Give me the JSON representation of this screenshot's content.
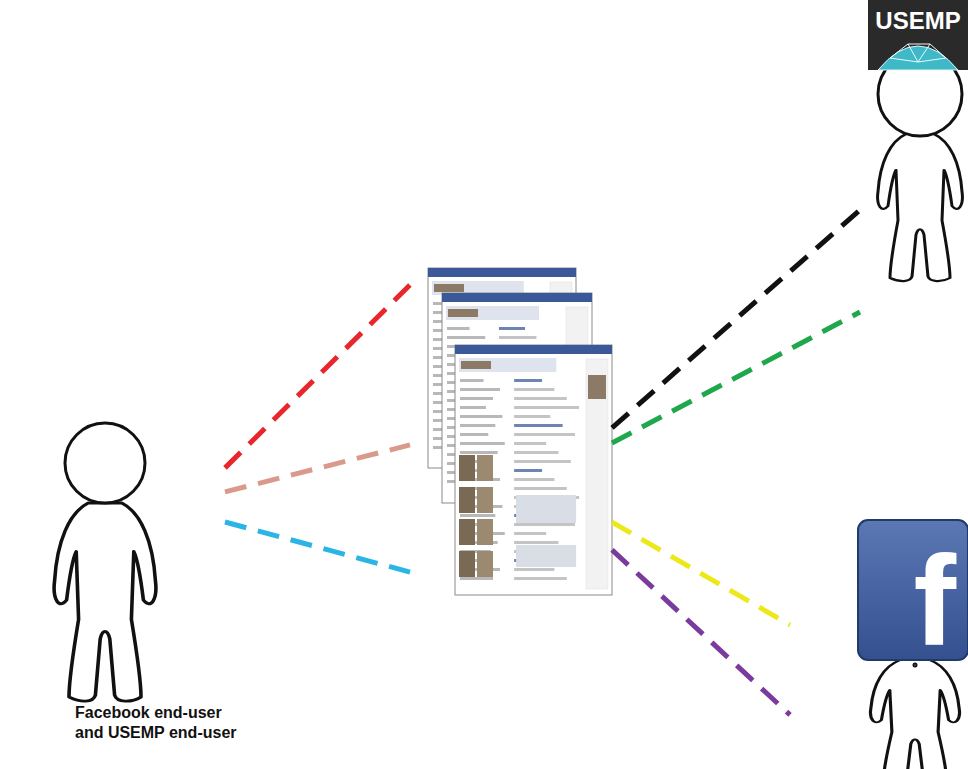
{
  "diagram": {
    "nodes": [
      {
        "text": [
          "Facebook end-user and USEMP end-user"
        ]
      },
      {
        "text": []
      },
      {
        "text": [
          "USEMP"
        ]
      },
      {
        "text": [
          "f"
        ]
      }
    ],
    "edges": [
      {
        "from": 0,
        "to": 1,
        "arrow": "none"
      },
      {
        "from": 0,
        "to": 1,
        "arrow": "none"
      },
      {
        "from": 0,
        "to": 1,
        "arrow": "none"
      },
      {
        "from": 1,
        "to": 2,
        "arrow": "none"
      },
      {
        "from": 1,
        "to": 2,
        "arrow": "none"
      },
      {
        "from": 1,
        "to": 3,
        "arrow": "none"
      },
      {
        "from": 1,
        "to": 3,
        "arrow": "none"
      }
    ]
  }
}
